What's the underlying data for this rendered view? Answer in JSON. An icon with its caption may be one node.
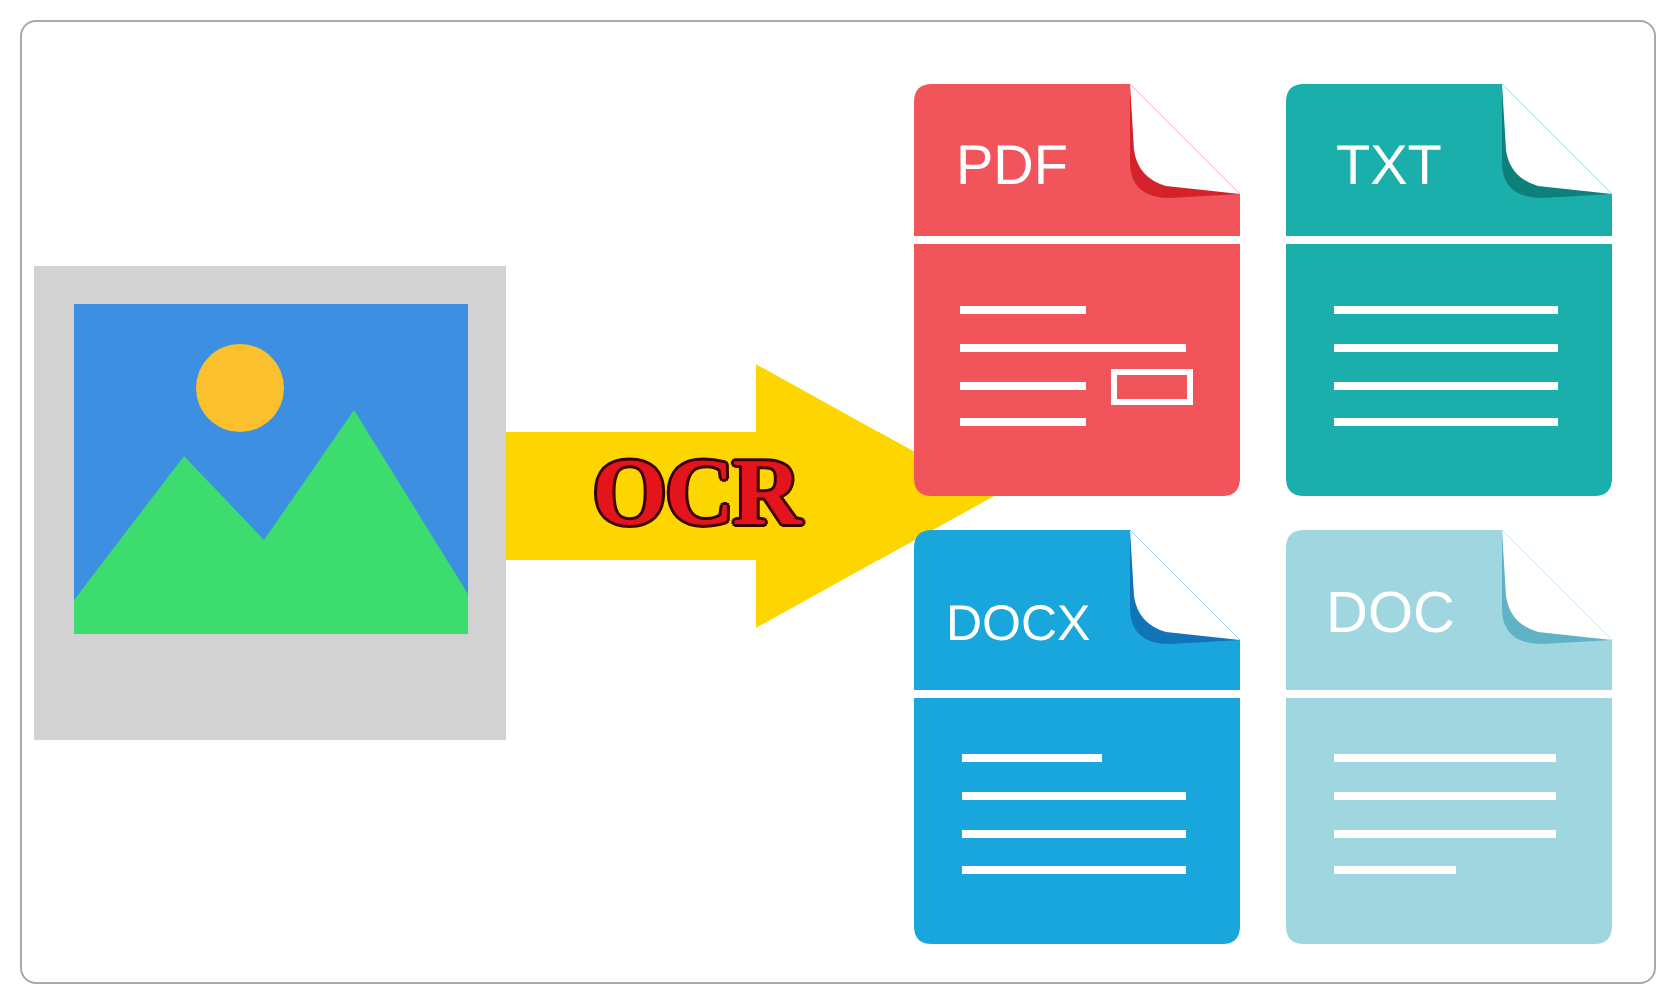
{
  "diagram": {
    "nodes": [
      {
        "text": [],
        "shape": "picture"
      },
      {
        "text": [
          "PDF"
        ]
      },
      {
        "text": [
          "TXT"
        ]
      },
      {
        "text": [
          "DOCX"
        ]
      },
      {
        "text": [
          "DOC"
        ]
      }
    ],
    "edges": [
      {
        "from": 0,
        "to": 1,
        "arrow": "to",
        "label": "OCR"
      }
    ]
  }
}
